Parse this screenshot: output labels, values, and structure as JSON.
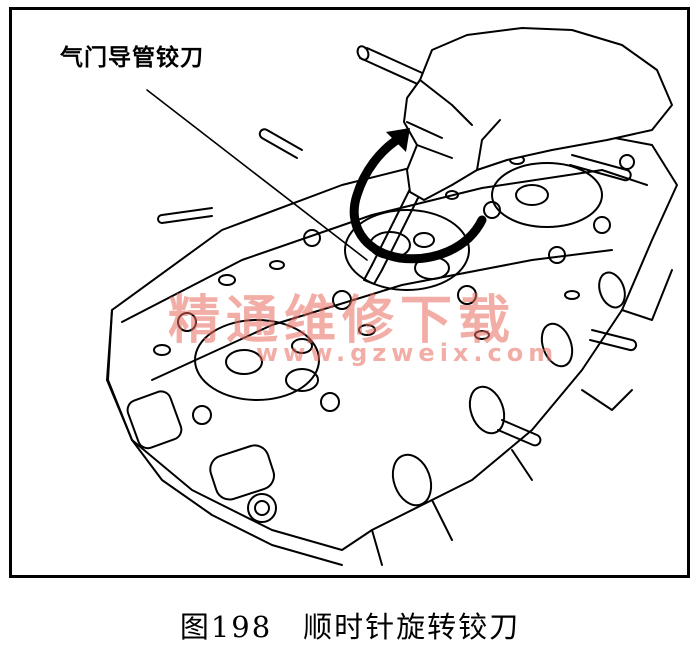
{
  "callout": {
    "label": "气门导管铰刀"
  },
  "watermark": {
    "title": "精通维修下载",
    "url": "www.gzweix.com",
    "color": "#e86c5c"
  },
  "caption": {
    "figure_number": "图198",
    "title": "顺时针旋转铰刀",
    "text": "图198　顺时针旋转铰刀"
  },
  "icons": [
    "cylinder-head-drawing",
    "valve-guide-reamer-drawing",
    "hand-drawing",
    "clockwise-arrow-icon"
  ]
}
